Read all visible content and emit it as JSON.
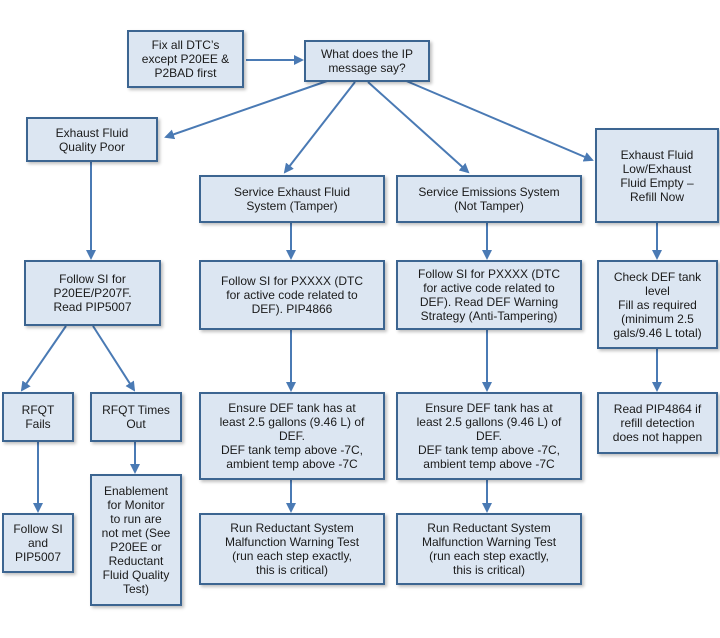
{
  "nodes": {
    "fix_dtc": "Fix all DTC’s\nexcept P20EE &\nP2BAD first",
    "ip_message": "What does the IP\nmessage say?",
    "quality_poor": "Exhaust Fluid\nQuality Poor",
    "service_tamper": "Service Exhaust Fluid\nSystem (Tamper)",
    "service_not_tamper": "Service Emissions System\n(Not Tamper)",
    "low_empty": "Exhaust Fluid\nLow/Exhaust\nFluid Empty –\nRefill Now",
    "follow_si_p20ee": "Follow SI for\nP20EE/P207F.\nRead PIP5007",
    "follow_si_pxxxx_1": "Follow SI for PXXXX (DTC\nfor active code related to\nDEF).  PIP4866",
    "follow_si_pxxxx_2": "Follow SI for PXXXX (DTC\nfor active code related to\nDEF). Read DEF Warning\nStrategy (Anti-Tampering)",
    "check_def_tank": "Check DEF tank\nlevel\nFill as required\n(minimum 2.5\ngals/9.46 L total)",
    "rfqt_fails": "RFQT\nFails",
    "rfqt_times_out": "RFQT Times\nOut",
    "ensure_def_1": "Ensure DEF tank has at\nleast 2.5 gallons (9.46 L) of\nDEF.\nDEF tank temp above -7C,\nambient temp above -7C",
    "ensure_def_2": "Ensure DEF tank has at\nleast 2.5 gallons (9.46 L) of\nDEF.\nDEF tank temp above -7C,\nambient temp above -7C",
    "read_pip4864": "Read PIP4864  if\nrefill detection\ndoes not happen",
    "follow_si_pip5007": "Follow SI\nand\nPIP5007",
    "enablement": "Enablement\nfor Monitor\nto run are\nnot met (See\nP20EE or\nReductant\nFluid Quality\nTest)",
    "run_test_1": "Run Reductant System\nMalfunction Warning Test\n(run each step exactly,\nthis is critical)",
    "run_test_2": "Run Reductant System\nMalfunction Warning Test\n(run each step exactly,\nthis is critical)"
  },
  "colors": {
    "box_fill": "#dce6f2",
    "box_border": "#3c6591",
    "arrow": "#4a7ab4"
  }
}
